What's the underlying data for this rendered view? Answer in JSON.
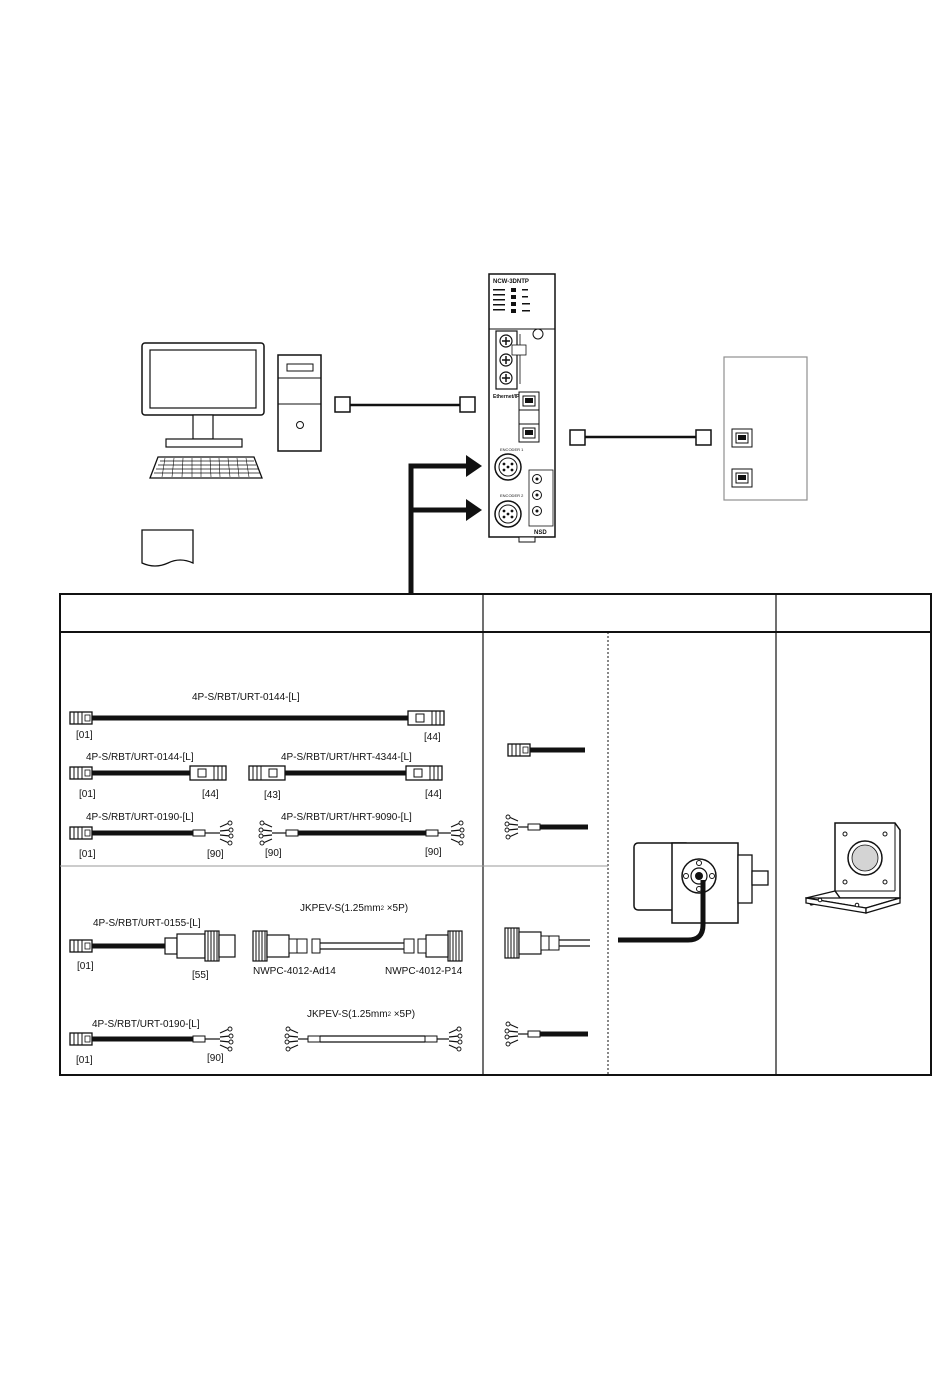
{
  "device": {
    "model": "NCW-3DNTP",
    "front_labels": [
      "Ethernet/IP",
      "ENCODER 1",
      "ENCODER 2",
      "NSD"
    ]
  },
  "cables": {
    "row1": {
      "label": "4P-S/RBT/URT-0144-[L]",
      "end_left": "[01]",
      "end_right": "[44]"
    },
    "row2a": {
      "label": "4P-S/RBT/URT-0144-[L]",
      "end_left": "[01]",
      "end_right": "[44]"
    },
    "row2b": {
      "label": "4P-S/RBT/URT/HRT-4344-[L]",
      "end_left": "[43]",
      "end_right": "[44]"
    },
    "row3a": {
      "label": "4P-S/RBT/URT-0190-[L]",
      "end_left": "[01]",
      "end_right": "[90]"
    },
    "row3b": {
      "label": "4P-S/RBT/URT/HRT-9090-[L]",
      "end_left": "[90]",
      "end_right": "[90]"
    },
    "row4a": {
      "label": "4P-S/RBT/URT-0155-[L]",
      "end_left": "[01]",
      "end_right": "[55]"
    },
    "row4b": {
      "label": "JKPEV-S(1.25mm",
      "label_sup": "2",
      "label_tail": " ×5P)",
      "end_left": "NWPC-4012-Ad14",
      "end_right": "NWPC-4012-P14"
    },
    "row5a": {
      "label": "4P-S/RBT/URT-0190-[L]",
      "end_left": "[01]",
      "end_right": "[90]"
    },
    "row5b": {
      "label": "JKPEV-S(1.25mm",
      "label_sup": "2",
      "label_tail": " ×5P)"
    }
  },
  "colors": {
    "line": "#111111",
    "gray": "#9a9a9a",
    "light": "#d4d4d4"
  }
}
